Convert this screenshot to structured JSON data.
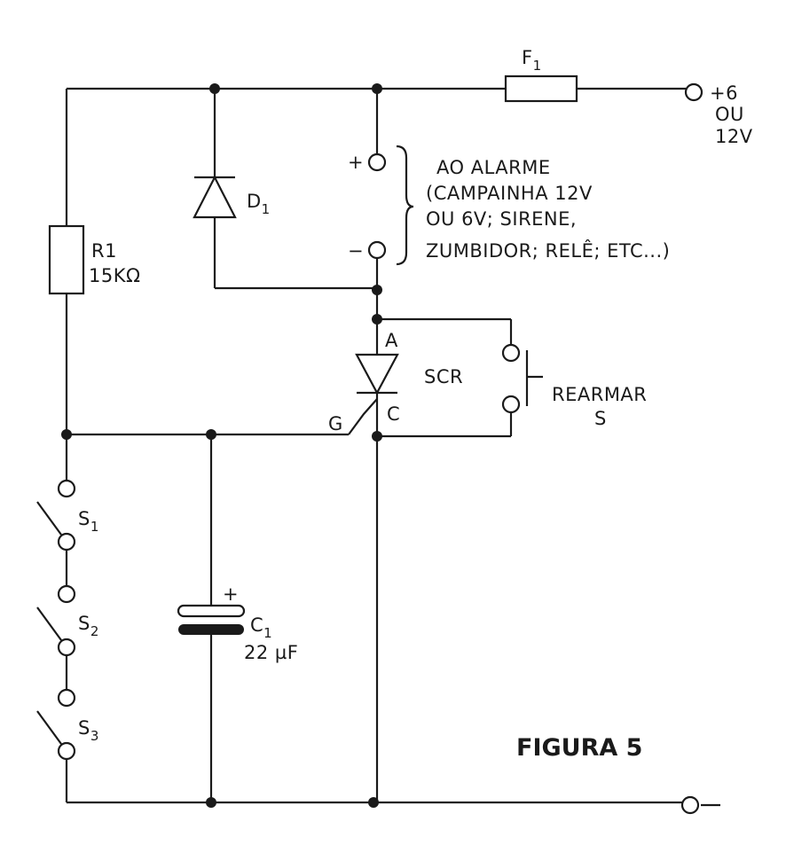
{
  "figure": {
    "title": "FIGURA 5"
  },
  "components": {
    "fuse": {
      "name": "F",
      "sub": "1"
    },
    "supply": {
      "line1": "+6",
      "line2": "OU",
      "line3": "12V"
    },
    "alarm_plus": "+",
    "alarm_minus": "−",
    "alarm_note": [
      "AO  ALARME",
      "(CAMPAINHA 12V",
      "OU 6V; SIRENE,",
      "ZUMBIDOR; RELÊ; ETC...)"
    ],
    "diode": {
      "name": "D",
      "sub": "1"
    },
    "resistor": {
      "name": "R1",
      "value": "15KΩ"
    },
    "scr": {
      "name": "SCR",
      "anode": "A",
      "cathode": "C",
      "gate": "G"
    },
    "reset_switch": {
      "line1": "REARMAR",
      "line2": "S"
    },
    "switches": [
      {
        "name": "S",
        "sub": "1"
      },
      {
        "name": "S",
        "sub": "2"
      },
      {
        "name": "S",
        "sub": "3"
      }
    ],
    "capacitor": {
      "name": "C",
      "sub": "1",
      "polarity": "+",
      "value": "22 µF"
    },
    "ground_terminal": "−"
  }
}
